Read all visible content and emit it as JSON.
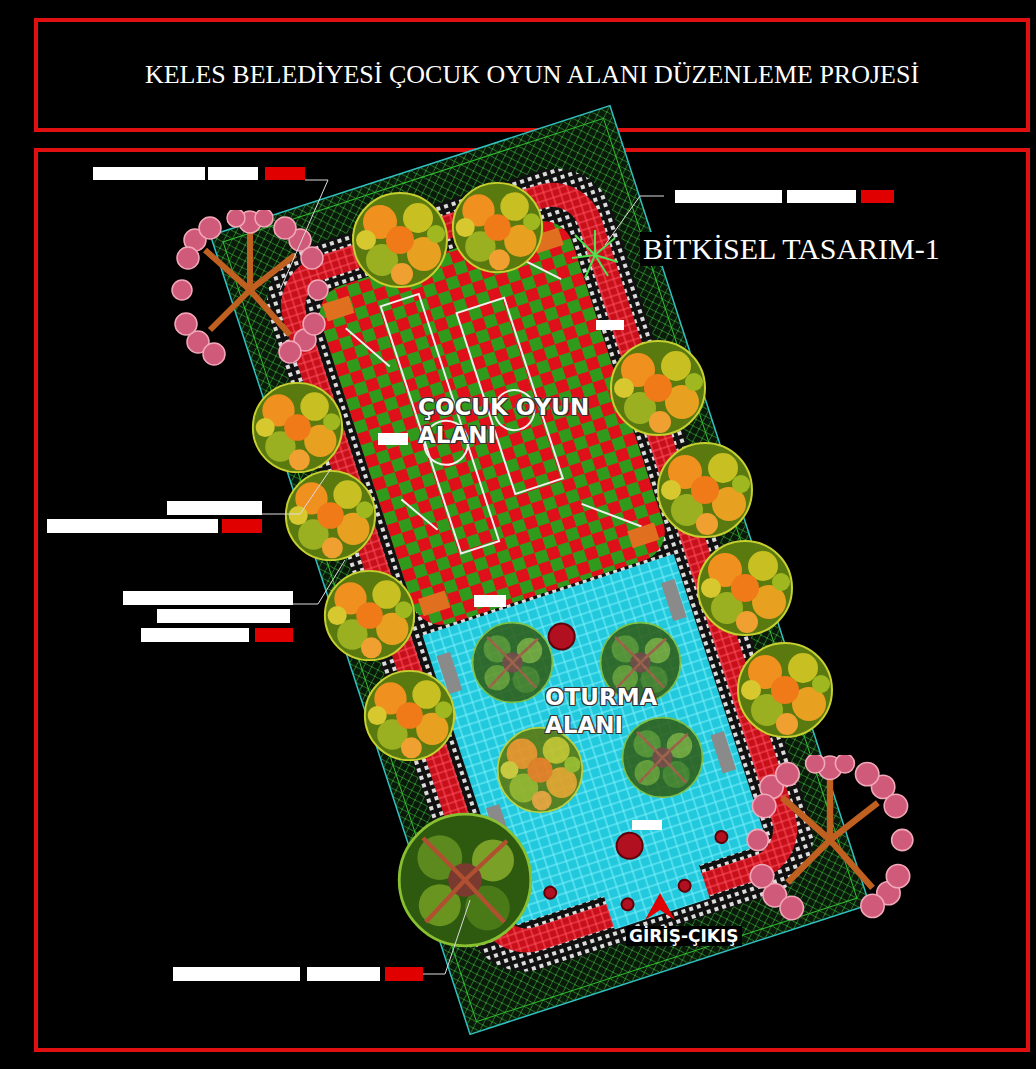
{
  "diagram": {
    "title": "KELES BELEDİYESİ ÇOCUK OYUN ALANI DÜZENLEME PROJESİ",
    "nodes": [
      {
        "text": [
          "ÇOCUK OYUN ALANI"
        ]
      },
      {
        "text": [
          "OTURMA ALANI"
        ]
      }
    ],
    "labels": [
      "BİTKİSEL TASARIM-1",
      "GİRİŞ-ÇIKIŞ"
    ]
  }
}
